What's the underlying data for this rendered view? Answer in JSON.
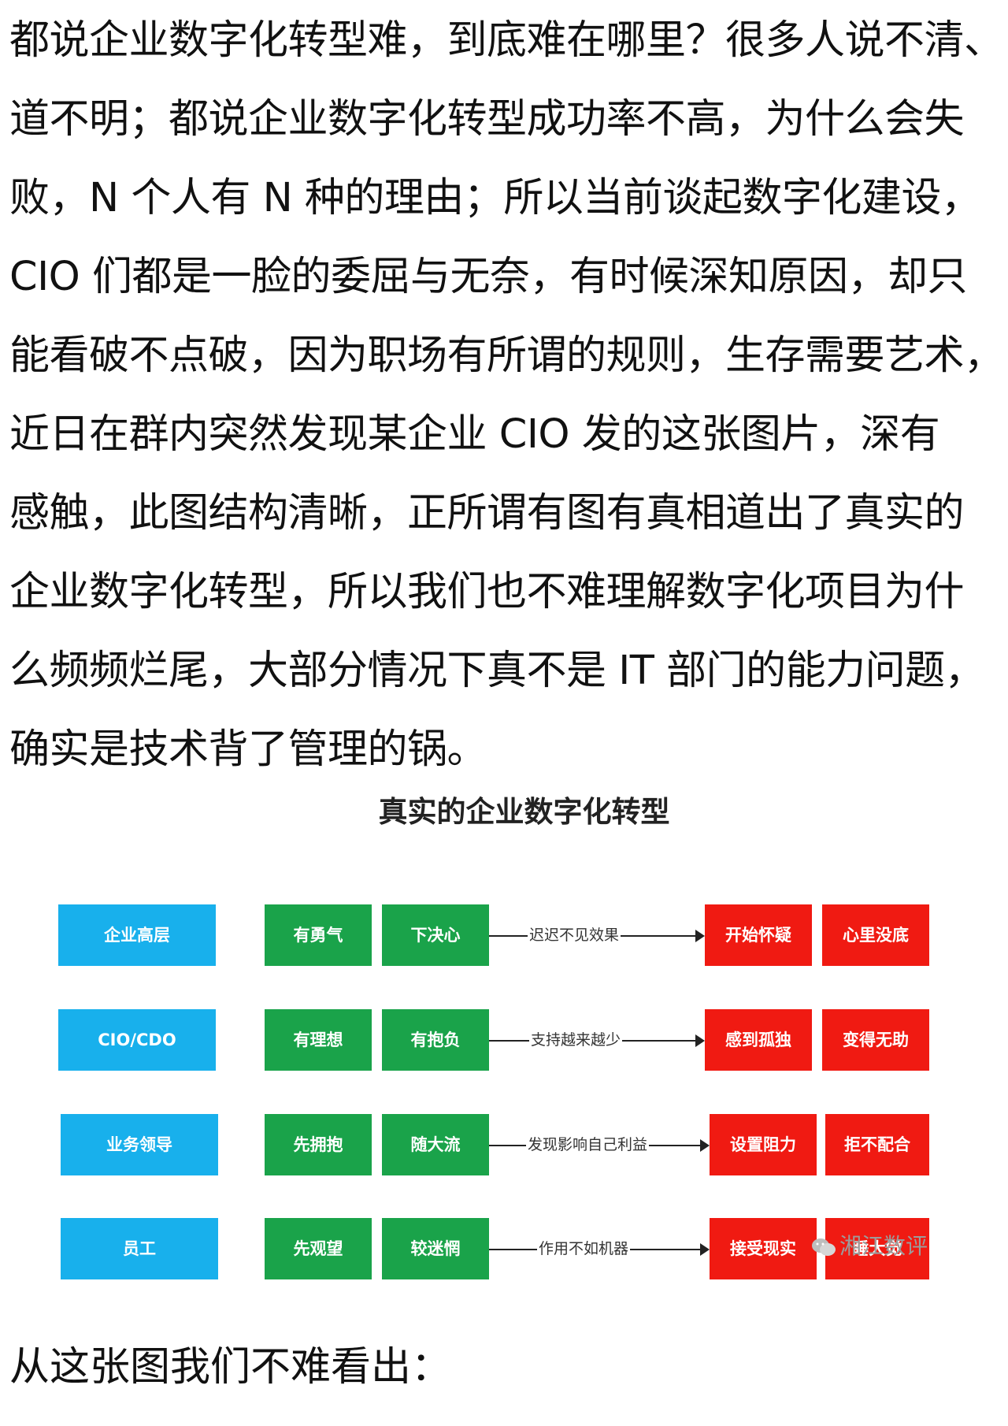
{
  "paragraph": {
    "lines": [
      "都说企业数字化转型难，到底难在哪里？很多人说不清、",
      "道不明；都说企业数字化转型成功率不高，为什么会失",
      "败，N 个人有 N 种的理由；所以当前谈起数字化建设，",
      "CIO 们都是一脸的委屈与无奈，有时候深知原因，却只",
      "能看破不点破，因为职场有所谓的规则，生存需要艺术，",
      "近日在群内突然发现某企业 CIO 发的这张图片，深有",
      "感触，此图结构清晰，正所谓有图有真相道出了真实的",
      "企业数字化转型，所以我们也不难理解数字化项目为什",
      "么频频烂尾，大部分情况下真不是 IT 部门的能力问题，",
      "确实是技术背了管理的锅。"
    ]
  },
  "diagram": {
    "title": "真实的企业数字化转型",
    "rows": [
      {
        "role": "企业高层",
        "traits": [
          "有勇气",
          "下决心"
        ],
        "trigger": "迟迟不见效果",
        "results": [
          "开始怀疑",
          "心里没底"
        ]
      },
      {
        "role": "CIO/CDO",
        "traits": [
          "有理想",
          "有抱负"
        ],
        "trigger": "支持越来越少",
        "results": [
          "感到孤独",
          "变得无助"
        ]
      },
      {
        "role": "业务领导",
        "traits": [
          "先拥抱",
          "随大流"
        ],
        "trigger": "发现影响自己利益",
        "results": [
          "设置阻力",
          "拒不配合"
        ]
      },
      {
        "role": "员工",
        "traits": [
          "先观望",
          "较迷惘"
        ],
        "trigger": "作用不如机器",
        "results": [
          "接受现实",
          "睡大觉"
        ]
      }
    ],
    "colors": {
      "role": "#18b0ec",
      "trait": "#1aa34a",
      "result": "#f01a12"
    }
  },
  "watermark": {
    "icon": "wechat-icon",
    "text": "湘江数评"
  },
  "closing": "从这张图我们不难看出："
}
